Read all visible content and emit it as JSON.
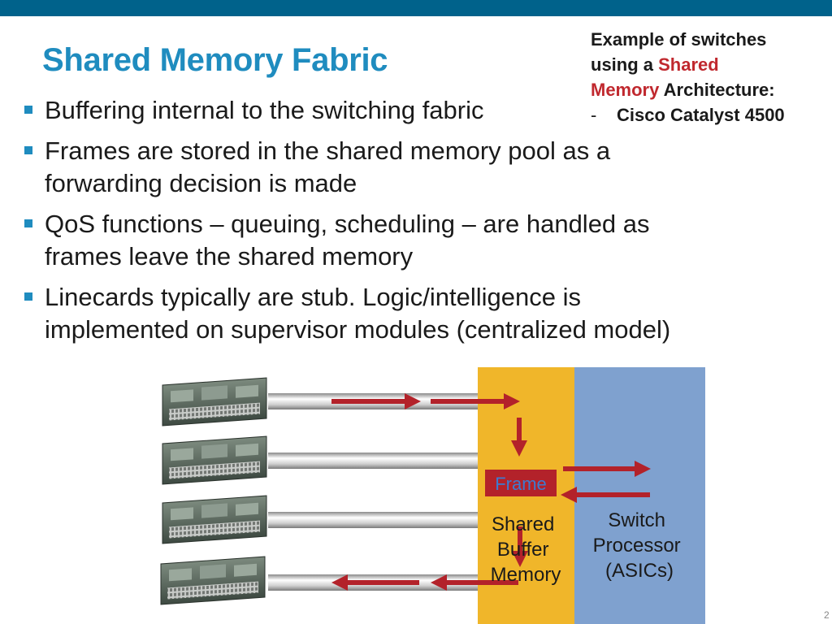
{
  "title": "Shared Memory Fabric",
  "bullets": [
    "Buffering internal to the switching fabric",
    "Frames are stored in the shared memory pool as a forwarding decision is made",
    "QoS functions – queuing, scheduling – are handled as frames leave the shared memory",
    "Linecards typically are stub. Logic/intelligence is implemented on supervisor modules (centralized model)"
  ],
  "side_note": {
    "line1": "Example of switches",
    "line2_prefix": "using a ",
    "highlight_a": "Shared",
    "highlight_b": "Memory",
    "line3_suffix": " Architecture:",
    "dash": "-",
    "item": "Cisco Catalyst 4500"
  },
  "diagram": {
    "frame_label": "Frame",
    "buffer_label": [
      "Shared",
      "Buffer",
      "Memory"
    ],
    "processor_label": [
      "Switch",
      "Processor",
      "(ASICs)"
    ]
  },
  "colors": {
    "topbar": "#00628b",
    "title": "#1f8cbf",
    "highlight": "#c0282e",
    "arrow": "#b3222a",
    "buffer": "#f0b62a",
    "processor": "#7fa1cf",
    "frame_fill": "#b3222a",
    "frame_text": "#3d7bd0"
  },
  "page_number": "2"
}
